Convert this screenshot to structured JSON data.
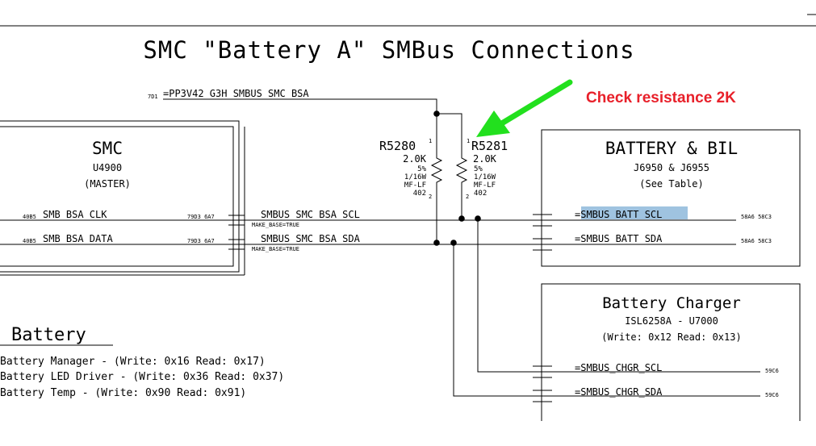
{
  "diagram": {
    "title": "SMC \"Battery A\" SMBus Connections",
    "annotation": "Check resistance 2K",
    "power_rail": {
      "ref": "7D1",
      "label": "=PP3V42_G3H_SMBUS_SMC_BSA"
    },
    "smc": {
      "title": "SMC",
      "part": "U4900",
      "role": "(MASTER)",
      "clk_ref": "40B5",
      "clk_pin": "SMB_BSA_CLK",
      "clk_xref": "79D3 6A7",
      "data_ref": "40B5",
      "data_pin": "SMB_BSA_DATA",
      "data_xref": "79D3 6A7"
    },
    "nets": {
      "scl": "SMBUS_SMC_BSA_SCL",
      "sda": "SMBUS_SMC_BSA_SDA",
      "make_base_1": "MAKE_BASE=TRUE",
      "make_base_2": "MAKE_BASE=TRUE"
    },
    "resistors": [
      {
        "ref": "R5280",
        "pin1": "1",
        "pin2": "2",
        "value": "2.0K",
        "tol": "5%",
        "power": "1/16W",
        "type": "MF-LF",
        "size": "402"
      },
      {
        "ref": "R5281",
        "pin1": "1",
        "pin2": "2",
        "value": "2.0K",
        "tol": "5%",
        "power": "1/16W",
        "type": "MF-LF",
        "size": "402"
      }
    ],
    "battery_bil": {
      "title": "BATTERY & BIL",
      "connectors": "J6950 & J6955",
      "note": "(See Table)",
      "scl": "=SMBUS_BATT_SCL",
      "scl_xref": "58A6 58C3",
      "sda": "=SMBUS_BATT_SDA",
      "sda_xref": "58A6 58C3"
    },
    "charger": {
      "title": "Battery Charger",
      "part": "ISL6258A - U7000",
      "addr": "(Write: 0x12 Read: 0x13)",
      "scl": "=SMBUS_CHGR_SCL",
      "scl_xref": "59C6",
      "sda": "=SMBUS_CHGR_SDA",
      "sda_xref": "59C6"
    },
    "battery_list": {
      "title": "Battery",
      "items": [
        "Battery Manager - (Write: 0x16 Read: 0x17)",
        "Battery LED Driver - (Write: 0x36 Read: 0x37)",
        "Battery Temp - (Write: 0x90 Read: 0x91)"
      ]
    },
    "colors": {
      "annotation": "#e8202a",
      "arrow": "#22e01e",
      "highlight": "#9fc3e0"
    }
  }
}
